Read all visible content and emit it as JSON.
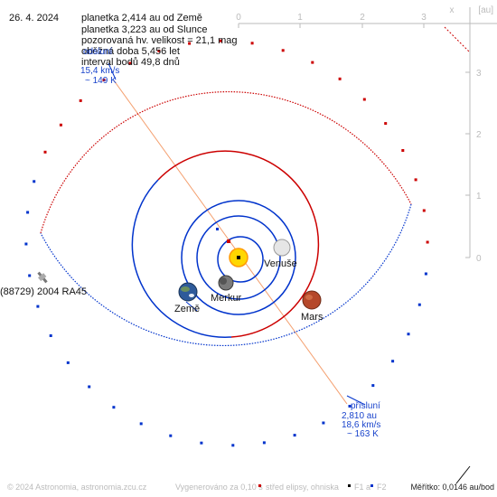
{
  "date": "26. 4. 2024",
  "info_lines": [
    "planetka 2,414 au od Země",
    "planetka 3,223 au od Slunce",
    "pozorovaná hv. velikost = 21,1 mag",
    "oběžná doba 5,456 let",
    "interval bodů 49,8 dnů"
  ],
  "aphelion": {
    "label": "odsluní",
    "distance": "",
    "speed": "15,4 km/s",
    "temperature": "~ 149 K"
  },
  "perihelion": {
    "label": "přísluní",
    "distance": "2,810 au",
    "speed": "18,6 km/s",
    "temperature": "~ 163 K"
  },
  "asteroid_name": "(88729) 2004 RA45",
  "planets": {
    "venus": "Venuše",
    "earth": "Země",
    "mercury": "Merkur",
    "mars": "Mars"
  },
  "axes": {
    "x_label": "x",
    "unit": "[au]",
    "x_ticks": [
      "0",
      "1",
      "2",
      "3"
    ],
    "y_ticks": [
      "3",
      "2",
      "1",
      "0"
    ]
  },
  "footer": {
    "copyright": "© 2024 Astronomia, astronomia.zcu.cz",
    "generated": "Vygenerováno za 0,10 s",
    "legend_center": "střed elipsy, ohniska",
    "legend_f1": "F1 a",
    "legend_f2": "F2",
    "scale": "Měřítko: 0,0146 au/bod"
  },
  "colors": {
    "asteroid_orbit": "#0033cc",
    "mars_orbit": "#cc0000",
    "inner_orbits": "#0033cc",
    "apsis_line": "#f4a070",
    "accent_text": "#1a44cc",
    "sun": "#ffd700"
  }
}
